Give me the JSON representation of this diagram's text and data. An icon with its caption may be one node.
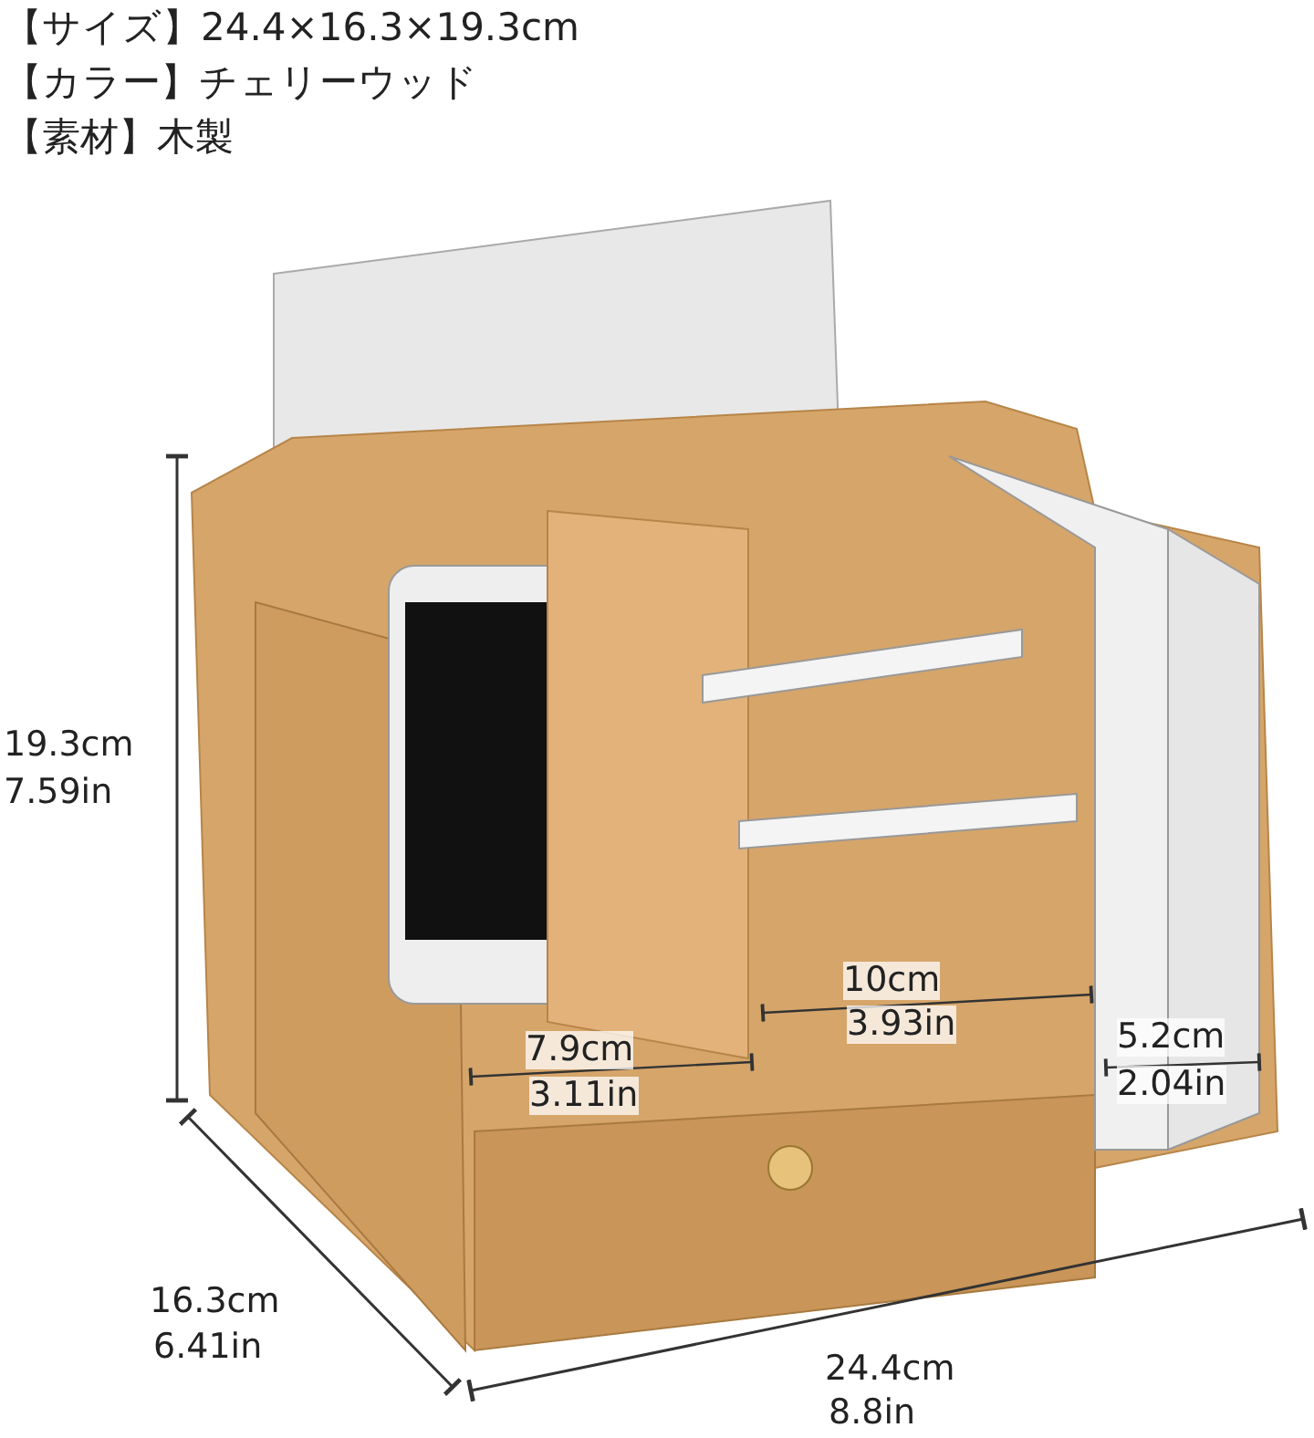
{
  "diagram": {
    "labels": [
      "【サイズ】24.4×16.3×19.3cm",
      "【カラー】チェリーウッド",
      "【素材】木製",
      "19.3cm",
      "7.59in",
      "7.9cm",
      "3.11in",
      "10cm",
      "3.93in",
      "5.2cm",
      "2.04in",
      "16.3cm",
      "6.41in",
      "24.4cm",
      "8.8in"
    ]
  }
}
